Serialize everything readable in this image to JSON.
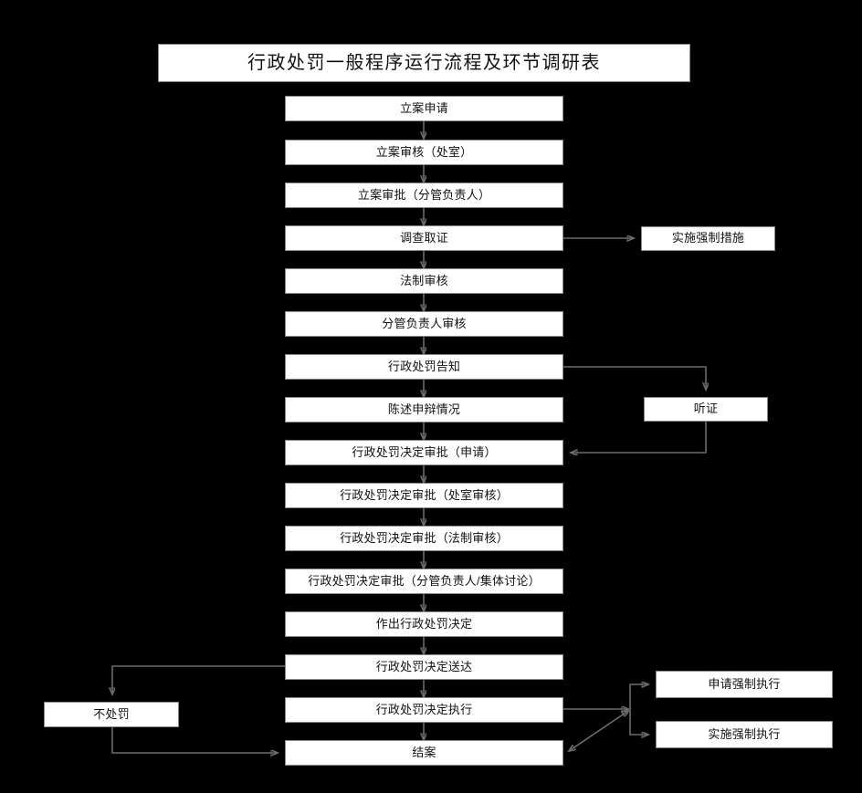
{
  "diagram": {
    "title": "行政处罚一般程序运行流程及环节调研表",
    "background_color": "#000000",
    "node_fill_color": "#ffffff",
    "node_text_color": "#111111",
    "connector_color": "#6b6b6b",
    "main_flow": [
      {
        "id": "n1",
        "label": "立案申请"
      },
      {
        "id": "n2",
        "label": "立案审核（处室）"
      },
      {
        "id": "n3",
        "label": "立案审批（分管负责人）"
      },
      {
        "id": "n4",
        "label": "调查取证"
      },
      {
        "id": "n5",
        "label": "法制审核"
      },
      {
        "id": "n6",
        "label": "分管负责人审核"
      },
      {
        "id": "n7",
        "label": "行政处罚告知"
      },
      {
        "id": "n8",
        "label": "陈述申辩情况"
      },
      {
        "id": "n9",
        "label": "行政处罚决定审批（申请）"
      },
      {
        "id": "n10",
        "label": "行政处罚决定审批（处室审核）"
      },
      {
        "id": "n11",
        "label": "行政处罚决定审批（法制审核）"
      },
      {
        "id": "n12",
        "label": "行政处罚决定审批（分管负责人/集体讨论）"
      },
      {
        "id": "n13",
        "label": "作出行政处罚决定"
      },
      {
        "id": "n14",
        "label": "行政处罚决定送达"
      },
      {
        "id": "n15",
        "label": "行政处罚决定执行"
      },
      {
        "id": "n16",
        "label": "结案"
      }
    ],
    "side_nodes": [
      {
        "id": "s1",
        "label": "实施强制措施"
      },
      {
        "id": "s2",
        "label": "听证"
      },
      {
        "id": "s3",
        "label": "不处罚"
      },
      {
        "id": "s4",
        "label": "申请强制执行"
      },
      {
        "id": "s5",
        "label": "实施强制执行"
      }
    ]
  }
}
